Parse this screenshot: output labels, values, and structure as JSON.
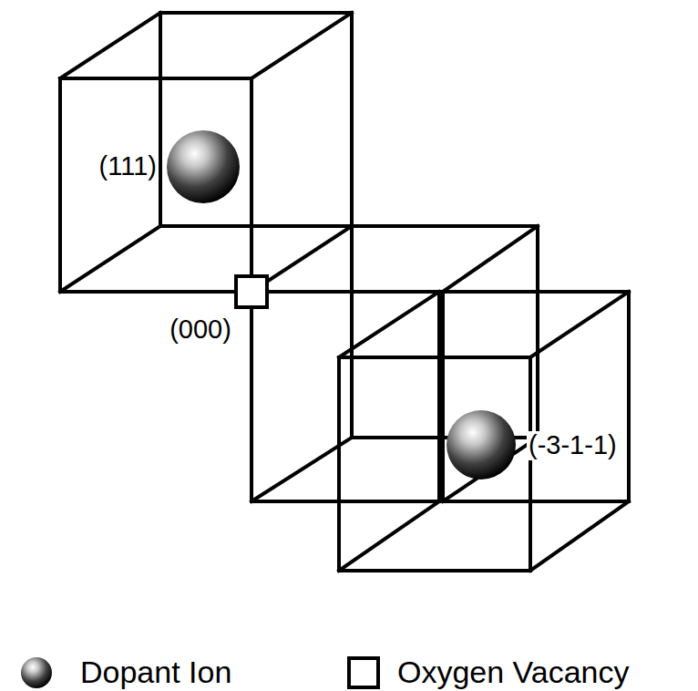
{
  "diagram": {
    "labels": [
      "(111)",
      "(000)",
      "(-3-1-1)"
    ],
    "legend": [
      {
        "text": "Dopant Ion"
      },
      {
        "text": "Oxygen Vacancy"
      }
    ]
  }
}
